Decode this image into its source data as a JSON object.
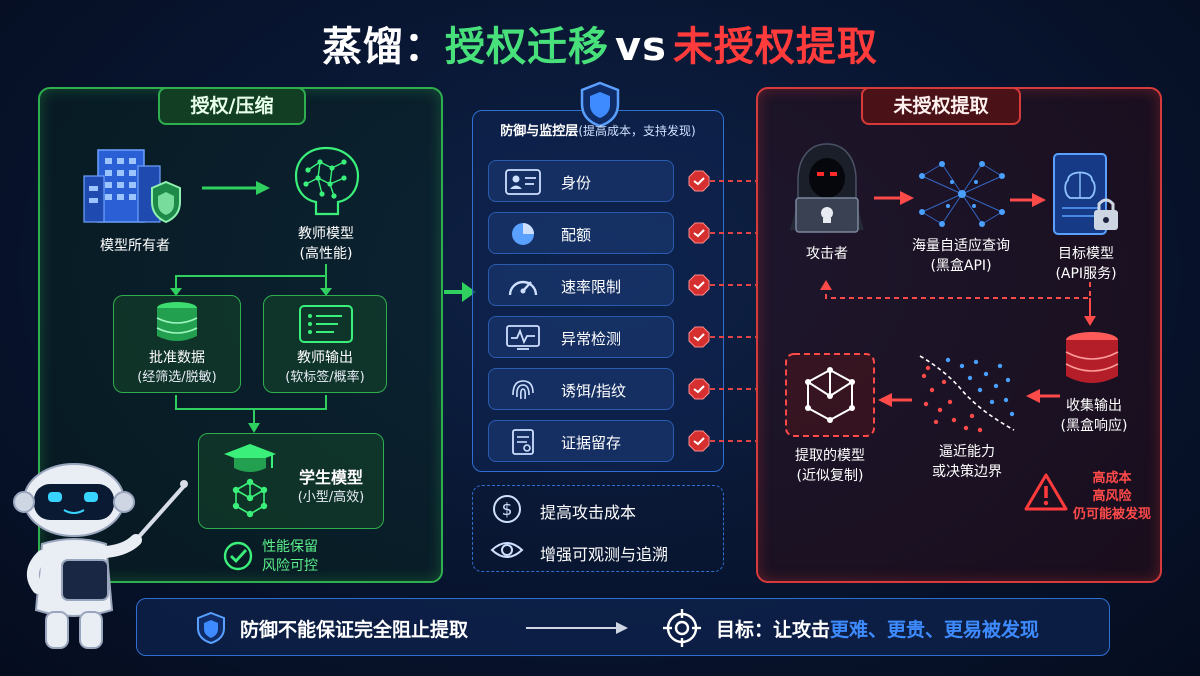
{
  "title": {
    "part1": "蒸馏：",
    "part2": "授权迁移",
    "part3": "vs",
    "part4": "未授权提取"
  },
  "left": {
    "tag": "授权/压缩",
    "owner": "模型所有者",
    "teacher_line1": "教师模型",
    "teacher_line2": "(高性能)",
    "data_line1": "批准数据",
    "data_line2": "(经筛选/脱敏)",
    "output_line1": "教师输出",
    "output_line2": "(软标签/概率)",
    "student_line1": "学生模型",
    "student_line2": "(小型/高效)",
    "benefit_line1": "性能保留",
    "benefit_line2": "风险可控"
  },
  "middle": {
    "header": "防御与监控层",
    "header_sub": "(提高成本，支持发现)",
    "items": [
      {
        "label": "身份"
      },
      {
        "label": "配额"
      },
      {
        "label": "速率限制"
      },
      {
        "label": "异常检测"
      },
      {
        "label": "诱饵/指纹"
      },
      {
        "label": "证据留存"
      }
    ],
    "bottom1": "提高攻击成本",
    "bottom2": "增强可观测与追溯"
  },
  "right": {
    "tag": "未授权提取",
    "attacker": "攻击者",
    "query_line1": "海量自适应查询",
    "query_line2": "(黑盒API)",
    "target_line1": "目标模型",
    "target_line2": "(API服务)",
    "collect_line1": "收集输出",
    "collect_line2": "(黑盒响应)",
    "approx_line1": "逼近能力",
    "approx_line2": "或决策边界",
    "extracted_line1": "提取的模型",
    "extracted_line2": "(近似复制)",
    "warn_line1": "高成本",
    "warn_line2": "高风险",
    "warn_line3": "仍可能被发现"
  },
  "footer": {
    "left": "防御不能保证完全阻止提取",
    "goal_prefix": "目标：让攻击",
    "goal_highlight": "更难、更贵、更易被发现"
  },
  "colors": {
    "green": "#2fae4e",
    "red": "#d73a3a",
    "blue": "#2f6fcf",
    "highlight": "#3d8bff"
  }
}
